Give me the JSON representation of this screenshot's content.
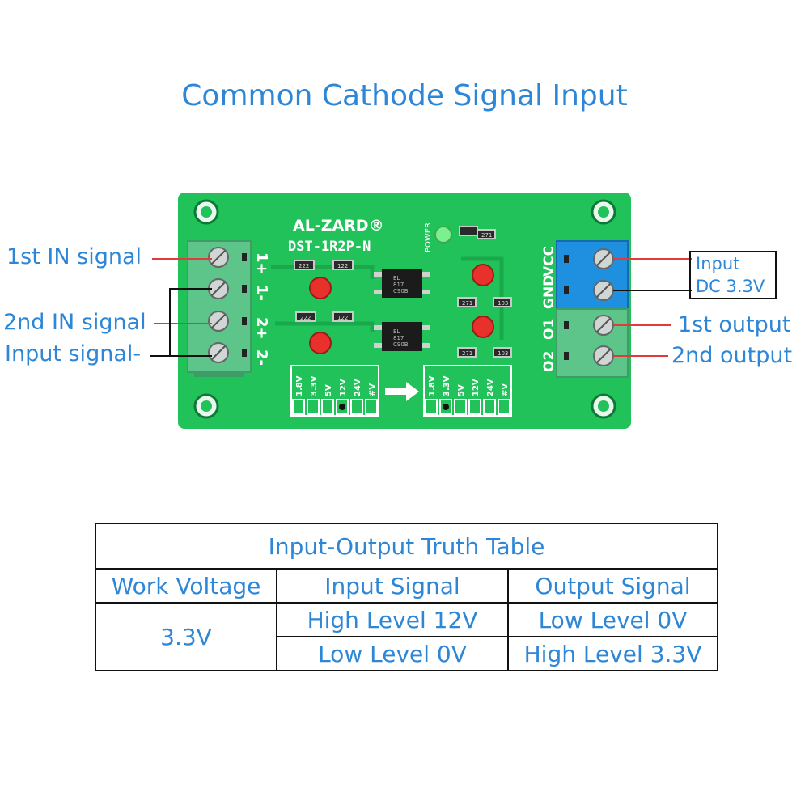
{
  "title": "Common Cathode Signal Input",
  "board": {
    "brand": "AL-ZARD",
    "brand_mark": "®",
    "model": "DST-1R2P-N",
    "power_label": "POWER",
    "left_terminals": [
      "1+",
      "1-",
      "2+",
      "2-"
    ],
    "right_terminals": [
      "VCC",
      "GND",
      "O1",
      "O2"
    ],
    "voltage_options": [
      "1.8V",
      "3.3V",
      "5V",
      "12V",
      "24V",
      "#V"
    ],
    "optocoupler_text": [
      "EL",
      "817",
      "C90B"
    ],
    "resistor_codes": [
      "222",
      "122",
      "271",
      "103"
    ]
  },
  "labels": {
    "in1": "1st IN signal",
    "in2": "2nd IN signal",
    "in_common": "Input signal-",
    "power_in_line1": "Input",
    "power_in_line2": "DC 3.3V",
    "out1": "1st output",
    "out2": "2nd output"
  },
  "truth_table": {
    "title": "Input-Output Truth Table",
    "headers": [
      "Work Voltage",
      "Input Signal",
      "Output Signal"
    ],
    "work_voltage": "3.3V",
    "rows": [
      {
        "input": "High Level 12V",
        "output": "Low Level 0V"
      },
      {
        "input": "Low Level 0V",
        "output": "High Level 3.3V"
      }
    ]
  },
  "colors": {
    "accent": "#2e86d6",
    "pcb": "#22c25a",
    "terminal_green": "#5dc48a",
    "terminal_blue": "#1f8fe0",
    "wire_red": "#e23a3a"
  }
}
